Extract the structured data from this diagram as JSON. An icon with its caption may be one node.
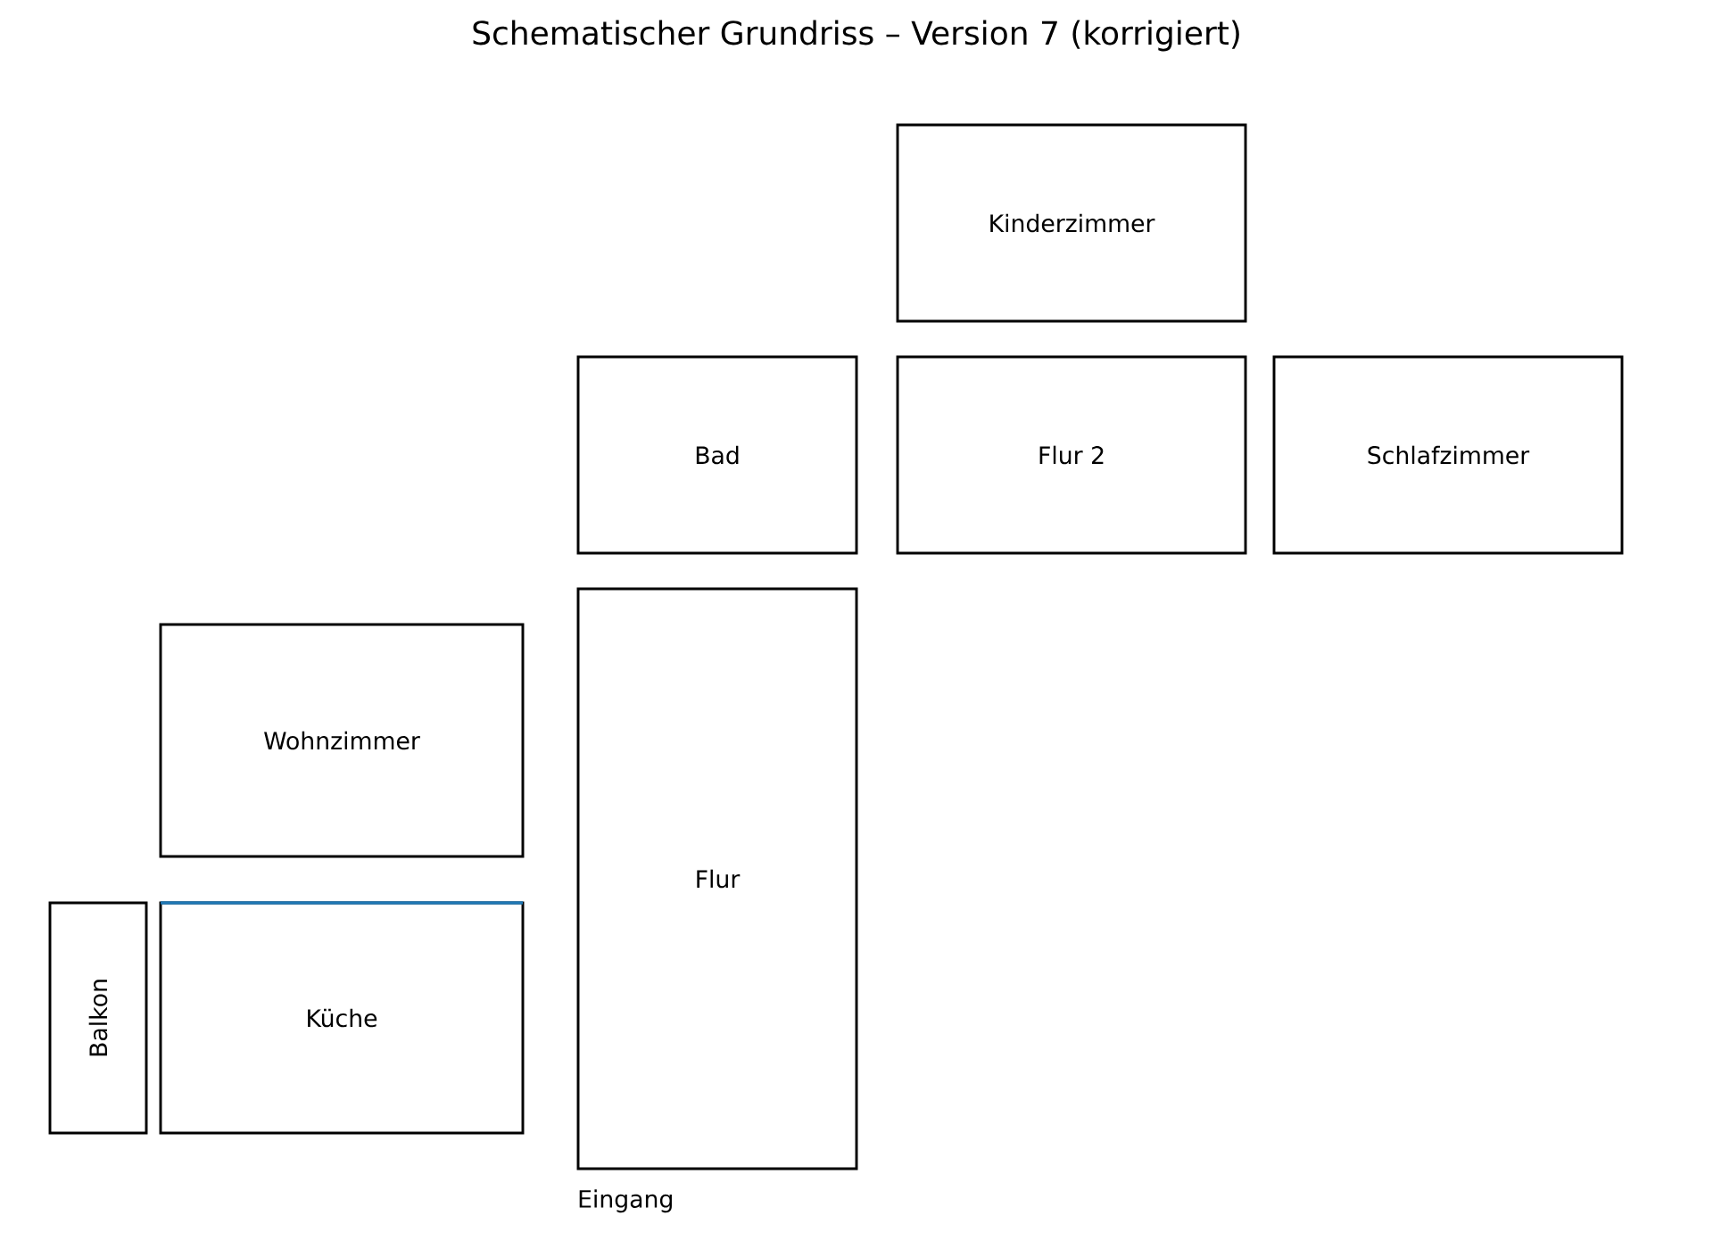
{
  "diagram": {
    "title": "Schematischer Grundriss – Version 7 (korrigiert)",
    "nodes": [
      {
        "text": [
          "Kinderzimmer"
        ]
      },
      {
        "text": [
          "Bad"
        ]
      },
      {
        "text": [
          "Flur 2"
        ]
      },
      {
        "text": [
          "Schlafzimmer"
        ]
      },
      {
        "text": [
          "Wohnzimmer"
        ]
      },
      {
        "text": [
          "Flur"
        ],
        "beside": [
          "Eingang"
        ]
      },
      {
        "text": [
          "Balkon"
        ]
      },
      {
        "text": [
          "Küche"
        ]
      }
    ]
  }
}
